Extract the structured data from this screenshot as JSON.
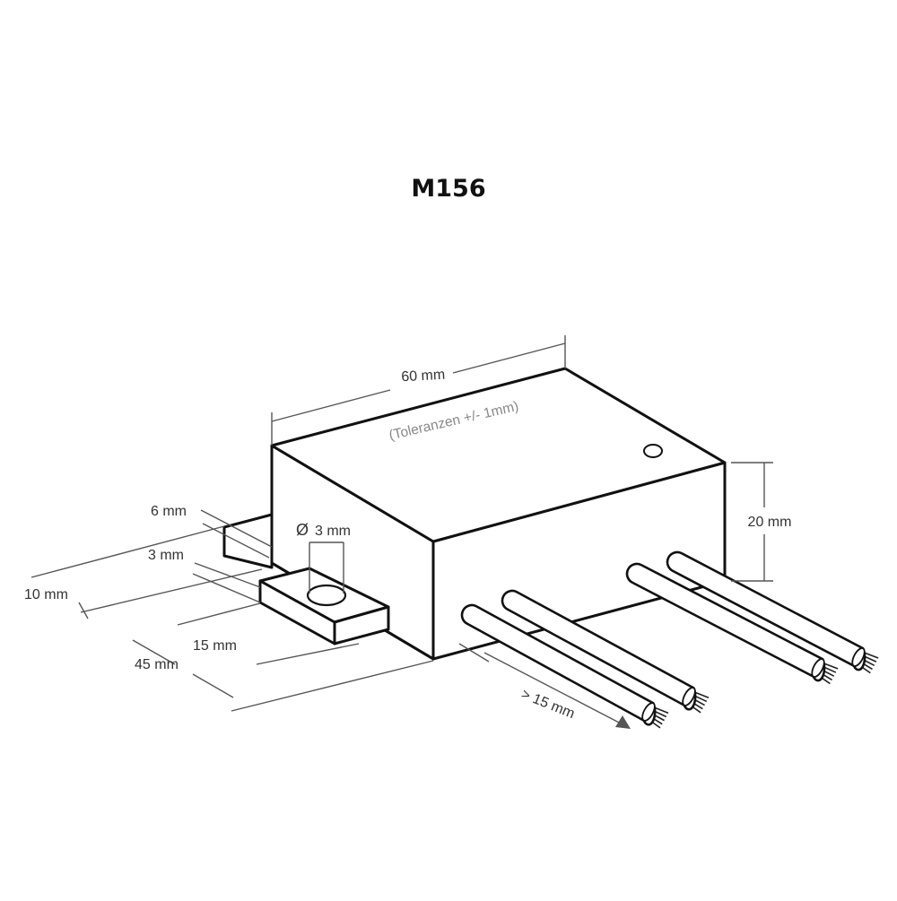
{
  "title": "M156",
  "dimensions": {
    "width": "60 mm",
    "tolerance": "(Toleranzen +/- 1mm)",
    "height": "20 mm",
    "tab_width": "6 mm",
    "hole_diameter": "3 mm",
    "diameter_symbol": "Ø",
    "tab_thickness": "3 mm",
    "tab_length": "10 mm",
    "tab_depth": "15 mm",
    "depth": "45 mm",
    "wire_length": "> 15 mm"
  },
  "colors": {
    "outline": "#111111",
    "dimension_line": "#555555",
    "label": "#333333"
  }
}
